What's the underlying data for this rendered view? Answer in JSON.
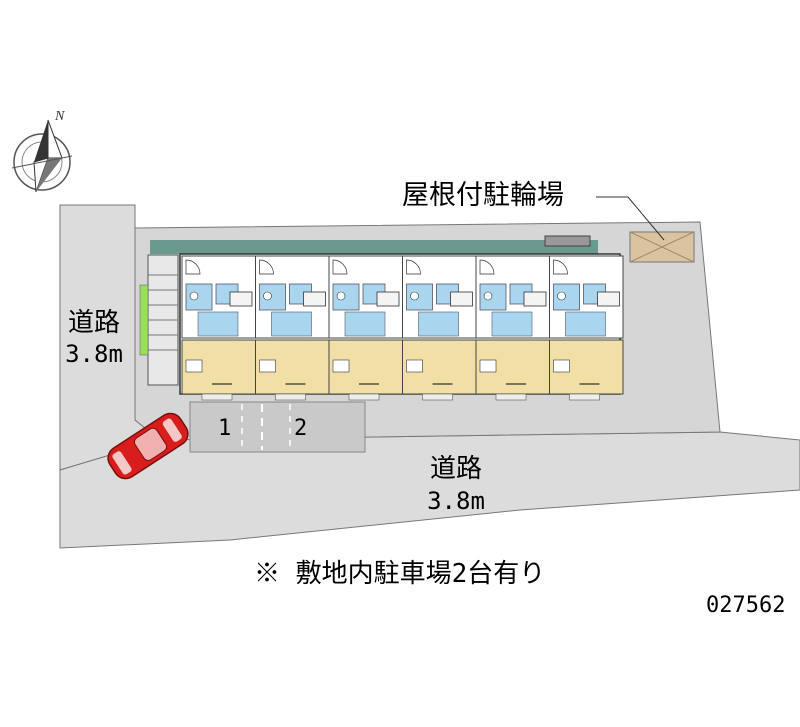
{
  "compass": {
    "north_label": "N",
    "icon": "compass-rose-icon"
  },
  "roads": {
    "west": {
      "name": "道路",
      "width": "3.8m"
    },
    "south": {
      "name": "道路",
      "width": "3.8m"
    }
  },
  "bicycle_parking": {
    "label": "屋根付駐輪場"
  },
  "parking_spaces": [
    "1",
    "2"
  ],
  "note": "※ 敷地内駐車場2台有り",
  "property_code": "027562",
  "colors": {
    "road": "#dcdcdc",
    "site": "#d4d4d4",
    "wall": "#6a9a8e",
    "room": "#f2dfa6",
    "bath": "#a9d6ee",
    "car": "#d91c1c",
    "bike_roof": "#dcc3a0"
  }
}
